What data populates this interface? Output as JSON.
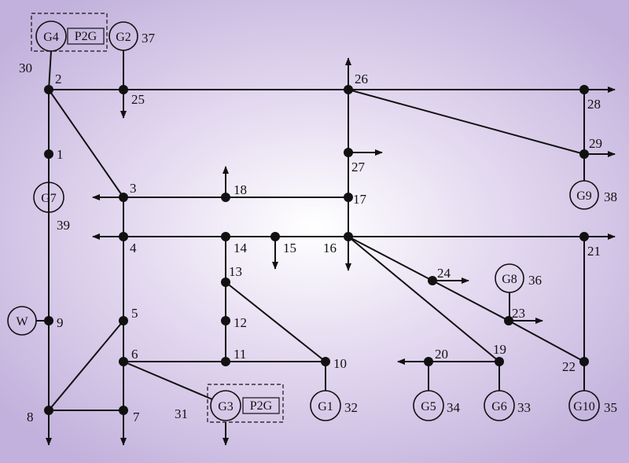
{
  "diagram": {
    "buses": [
      {
        "id": "2",
        "label": "2"
      },
      {
        "id": "25",
        "label": "25"
      },
      {
        "id": "26",
        "label": "26"
      },
      {
        "id": "28",
        "label": "28"
      },
      {
        "id": "1",
        "label": "1"
      },
      {
        "id": "29",
        "label": "29"
      },
      {
        "id": "27",
        "label": "27"
      },
      {
        "id": "3",
        "label": "3"
      },
      {
        "id": "18",
        "label": "18"
      },
      {
        "id": "17",
        "label": "17"
      },
      {
        "id": "4",
        "label": "4"
      },
      {
        "id": "14",
        "label": "14"
      },
      {
        "id": "15",
        "label": "15"
      },
      {
        "id": "16",
        "label": "16"
      },
      {
        "id": "21",
        "label": "21"
      },
      {
        "id": "13",
        "label": "13"
      },
      {
        "id": "24",
        "label": "24"
      },
      {
        "id": "9",
        "label": "9"
      },
      {
        "id": "5",
        "label": "5"
      },
      {
        "id": "12",
        "label": "12"
      },
      {
        "id": "23",
        "label": "23"
      },
      {
        "id": "6",
        "label": "6"
      },
      {
        "id": "11",
        "label": "11"
      },
      {
        "id": "10",
        "label": "10"
      },
      {
        "id": "20",
        "label": "20"
      },
      {
        "id": "19",
        "label": "19"
      },
      {
        "id": "22",
        "label": "22"
      },
      {
        "id": "8",
        "label": "8"
      },
      {
        "id": "7",
        "label": "7"
      }
    ],
    "generators": [
      {
        "id": "G4",
        "label": "G4",
        "bus_label": "30",
        "p2g": "P2G"
      },
      {
        "id": "G2",
        "label": "G2",
        "bus_label": "37"
      },
      {
        "id": "G7",
        "label": "G7",
        "bus_label": "39"
      },
      {
        "id": "G9",
        "label": "G9",
        "bus_label": "38"
      },
      {
        "id": "G8",
        "label": "G8",
        "bus_label": "36"
      },
      {
        "id": "W",
        "label": "W"
      },
      {
        "id": "G3",
        "label": "G3",
        "bus_label": "31",
        "p2g": "P2G"
      },
      {
        "id": "G1",
        "label": "G1",
        "bus_label": "32"
      },
      {
        "id": "G5",
        "label": "G5",
        "bus_label": "34"
      },
      {
        "id": "G6",
        "label": "G6",
        "bus_label": "33"
      },
      {
        "id": "G10",
        "label": "G10",
        "bus_label": "35"
      }
    ],
    "lines": [
      [
        "2",
        "25"
      ],
      [
        "25",
        "26"
      ],
      [
        "26",
        "28"
      ],
      [
        "26",
        "29"
      ],
      [
        "28",
        "29"
      ],
      [
        "2",
        "1"
      ],
      [
        "2",
        "3"
      ],
      [
        "26",
        "27"
      ],
      [
        "27",
        "17"
      ],
      [
        "3",
        "18"
      ],
      [
        "18",
        "17"
      ],
      [
        "17",
        "16"
      ],
      [
        "4",
        "14"
      ],
      [
        "14",
        "15"
      ],
      [
        "15",
        "16"
      ],
      [
        "16",
        "21"
      ],
      [
        "21",
        "22"
      ],
      [
        "3",
        "4"
      ],
      [
        "4",
        "5"
      ],
      [
        "5",
        "6"
      ],
      [
        "6",
        "7"
      ],
      [
        "5",
        "8"
      ],
      [
        "8",
        "7"
      ],
      [
        "1",
        "9"
      ],
      [
        "9",
        "8"
      ],
      [
        "14",
        "13"
      ],
      [
        "13",
        "12"
      ],
      [
        "12",
        "11"
      ],
      [
        "13",
        "10"
      ],
      [
        "6",
        "11"
      ],
      [
        "11",
        "10"
      ],
      [
        "16",
        "24"
      ],
      [
        "24",
        "23"
      ],
      [
        "23",
        "22"
      ],
      [
        "16",
        "19"
      ],
      [
        "19",
        "20"
      ]
    ]
  }
}
